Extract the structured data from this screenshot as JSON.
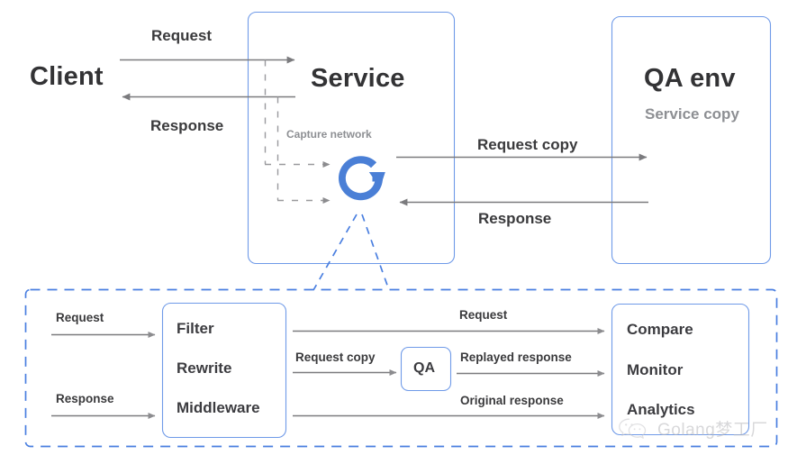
{
  "diagram": {
    "title": "GoReplay traffic capture and replay architecture",
    "colors": {
      "box_border": "#6f9ae8",
      "dashed_border": "#4a7fe0",
      "arrow": "#7b7b7e",
      "dashed_arrow": "#9a9a9d",
      "text_dark": "#3a3a3c",
      "text_muted": "#8d8f93",
      "logo_blue": "#4a7fd6",
      "watermark": "#b9b9bd"
    }
  },
  "top": {
    "client": {
      "label": "Client"
    },
    "service": {
      "label": "Service"
    },
    "qa_env": {
      "label": "QA env",
      "sublabel": "Service copy"
    },
    "arrows": {
      "request": "Request",
      "response": "Response",
      "request_copy": "Request copy",
      "qa_response": "Response"
    },
    "capture": {
      "label": "Capture network"
    },
    "logo": {
      "name": "goreplay-logo",
      "glyph": "G"
    }
  },
  "bottom": {
    "inputs": {
      "request": "Request",
      "response": "Response"
    },
    "pipeline_box": {
      "items": [
        {
          "label": "Filter"
        },
        {
          "label": "Rewrite"
        },
        {
          "label": "Middleware"
        }
      ]
    },
    "mid_arrows": {
      "request_copy": "Request copy"
    },
    "qa_box": {
      "label": "QA"
    },
    "out_arrows": {
      "request": "Request",
      "replayed_response": "Replayed response",
      "original_response": "Original response"
    },
    "output_box": {
      "items": [
        {
          "label": "Compare"
        },
        {
          "label": "Monitor"
        },
        {
          "label": "Analytics"
        }
      ]
    }
  },
  "watermark": {
    "text": "Golang梦工厂",
    "icon": "wechat-icon"
  }
}
